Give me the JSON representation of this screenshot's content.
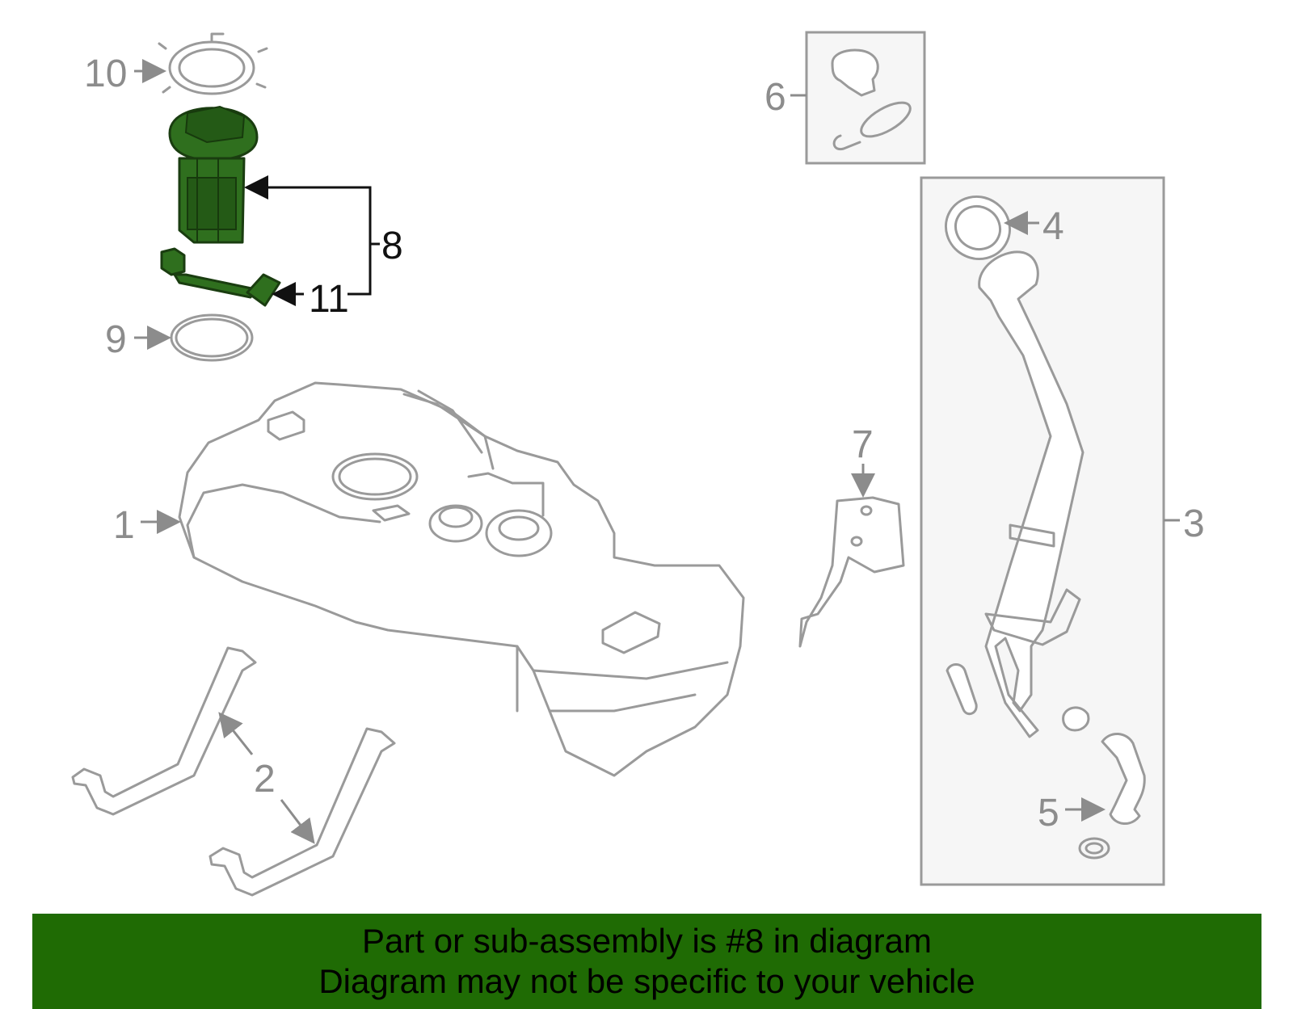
{
  "callouts": {
    "c1": "1",
    "c2": "2",
    "c3": "3",
    "c4": "4",
    "c5": "5",
    "c6": "6",
    "c7": "7",
    "c8": "8",
    "c9": "9",
    "c10": "10",
    "c11": "11"
  },
  "highlight_color": "#2f6f1e",
  "banner": {
    "line1": "Part or sub-assembly is #8 in diagram",
    "line2": "Diagram may not be specific to your vehicle",
    "background": "#1f6b04"
  }
}
